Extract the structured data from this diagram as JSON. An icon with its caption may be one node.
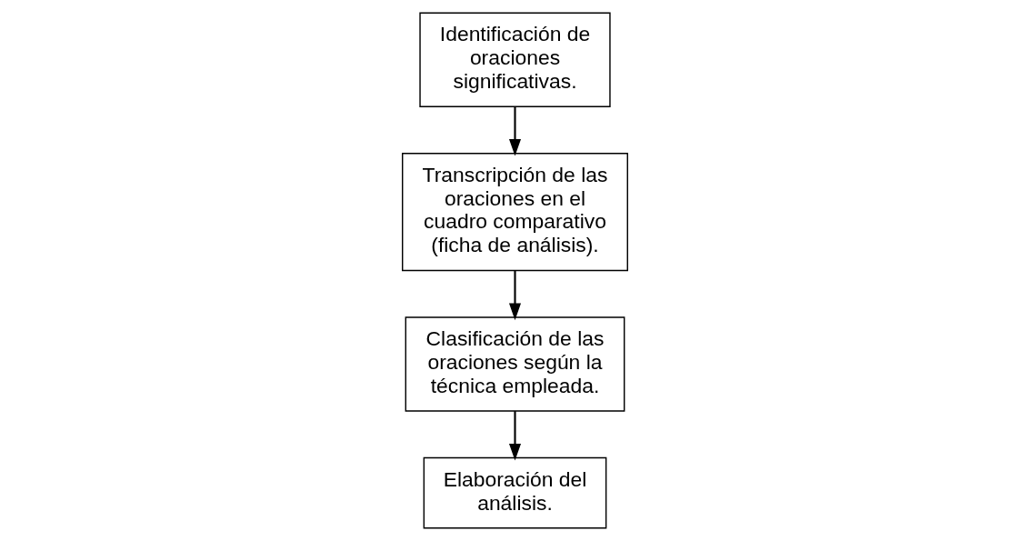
{
  "diagram": {
    "nodes": [
      {
        "text": [
          "Identificación de oraciones significativas."
        ]
      },
      {
        "text": [
          "Transcripción de las oraciones en el cuadro comparativo (ficha de análisis)."
        ]
      },
      {
        "text": [
          "Clasificación de las oraciones según la técnica empleada."
        ]
      },
      {
        "text": [
          "Elaboración del análisis."
        ]
      }
    ],
    "edges": [
      {
        "from": 0,
        "to": 1,
        "arrow": "to"
      },
      {
        "from": 1,
        "to": 2,
        "arrow": "to"
      },
      {
        "from": 2,
        "to": 3,
        "arrow": "to"
      }
    ]
  }
}
